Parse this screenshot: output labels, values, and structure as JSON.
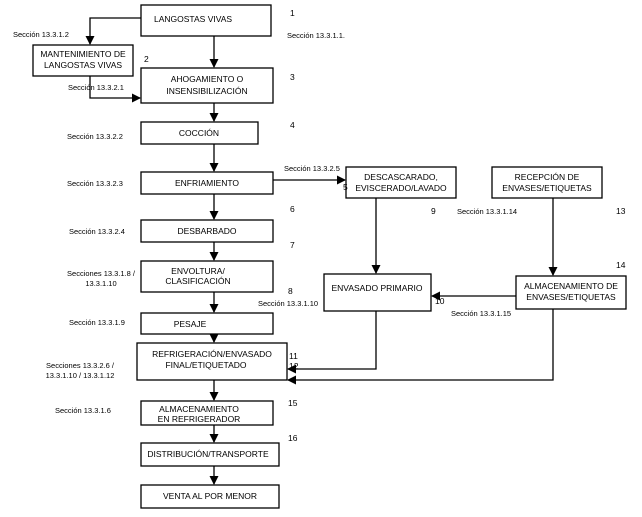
{
  "boxes": {
    "langostas": [
      "LANGOSTAS VIVAS"
    ],
    "mantenimiento": [
      "MANTENIMIENTO DE",
      "LANGOSTAS VIVAS"
    ],
    "ahogamiento": [
      "AHOGAMIENTO O",
      "INSENSIBILIZACIÓN"
    ],
    "coccion": [
      "COCCIÓN"
    ],
    "enfriamiento": [
      "ENFRIAMIENTO"
    ],
    "desbarbado": [
      "DESBARBADO"
    ],
    "envoltura": [
      "ENVOLTURA/",
      "CLASIFICACIÓN"
    ],
    "pesaje": [
      "PESAJE"
    ],
    "refrigeracion": [
      "REFRIGERACIÓN/ENVASADO",
      "FINAL/ETIQUETADO"
    ],
    "almacenamiento_refri": [
      "ALMACENAMIENTO",
      "EN REFRIGERADOR"
    ],
    "distribucion": [
      "DISTRIBUCIÓN/TRANSPORTE"
    ],
    "venta": [
      "VENTA AL POR MENOR"
    ],
    "descascarado": [
      "DESCASCARADO,",
      "EVISCERADO/LAVADO"
    ],
    "envasado": [
      "ENVASADO PRIMARIO"
    ],
    "recepcion": [
      "RECEPCIÓN DE",
      "ENVASES/ETIQUETAS"
    ],
    "almacenamiento_env": [
      "ALMACENAMIENTO DE",
      "ENVASES/ETIQUETAS"
    ]
  },
  "refs": {
    "r_13_3_1_1": [
      "Sección 13.3.1.1."
    ],
    "r_13_3_1_2": [
      "Sección 13.3.1.2"
    ],
    "r_13_3_2_1": [
      "Sección 13.3.2.1"
    ],
    "r_13_3_2_2": [
      "Sección 13.3.2.2"
    ],
    "r_13_3_2_3": [
      "Sección 13.3.2.3"
    ],
    "r_13_3_2_5": [
      "Sección 13.3.2.5"
    ],
    "r_13_3_2_4": [
      "Sección 13.3.2.4"
    ],
    "r_13_3_1_8": [
      "Secciones 13.3.1.8 /",
      "13.3.1.10"
    ],
    "r_13_3_1_10": [
      "Sección 13.3.1.10"
    ],
    "r_13_3_1_9": [
      "Sección 13.3.1.9"
    ],
    "r_13_3_2_6": [
      "Secciones 13.3.2.6 /",
      "13.3.1.10 / 13.3.1.12"
    ],
    "r_13_3_1_6": [
      "Sección 13.3.1.6"
    ],
    "r_13_3_1_14": [
      "Sección 13.3.1.14"
    ],
    "r_13_3_1_15": [
      "Sección 13.3.1.15"
    ]
  },
  "numbers": {
    "n1": "1",
    "n2": "2",
    "n3": "3",
    "n4": "4",
    "n5": "5",
    "n6": "6",
    "n7": "7",
    "n8": "8",
    "n9": "9",
    "n10": "10",
    "n11": "11",
    "n12": "12",
    "n13": "13",
    "n14": "14",
    "n15": "15",
    "n16": "16"
  }
}
